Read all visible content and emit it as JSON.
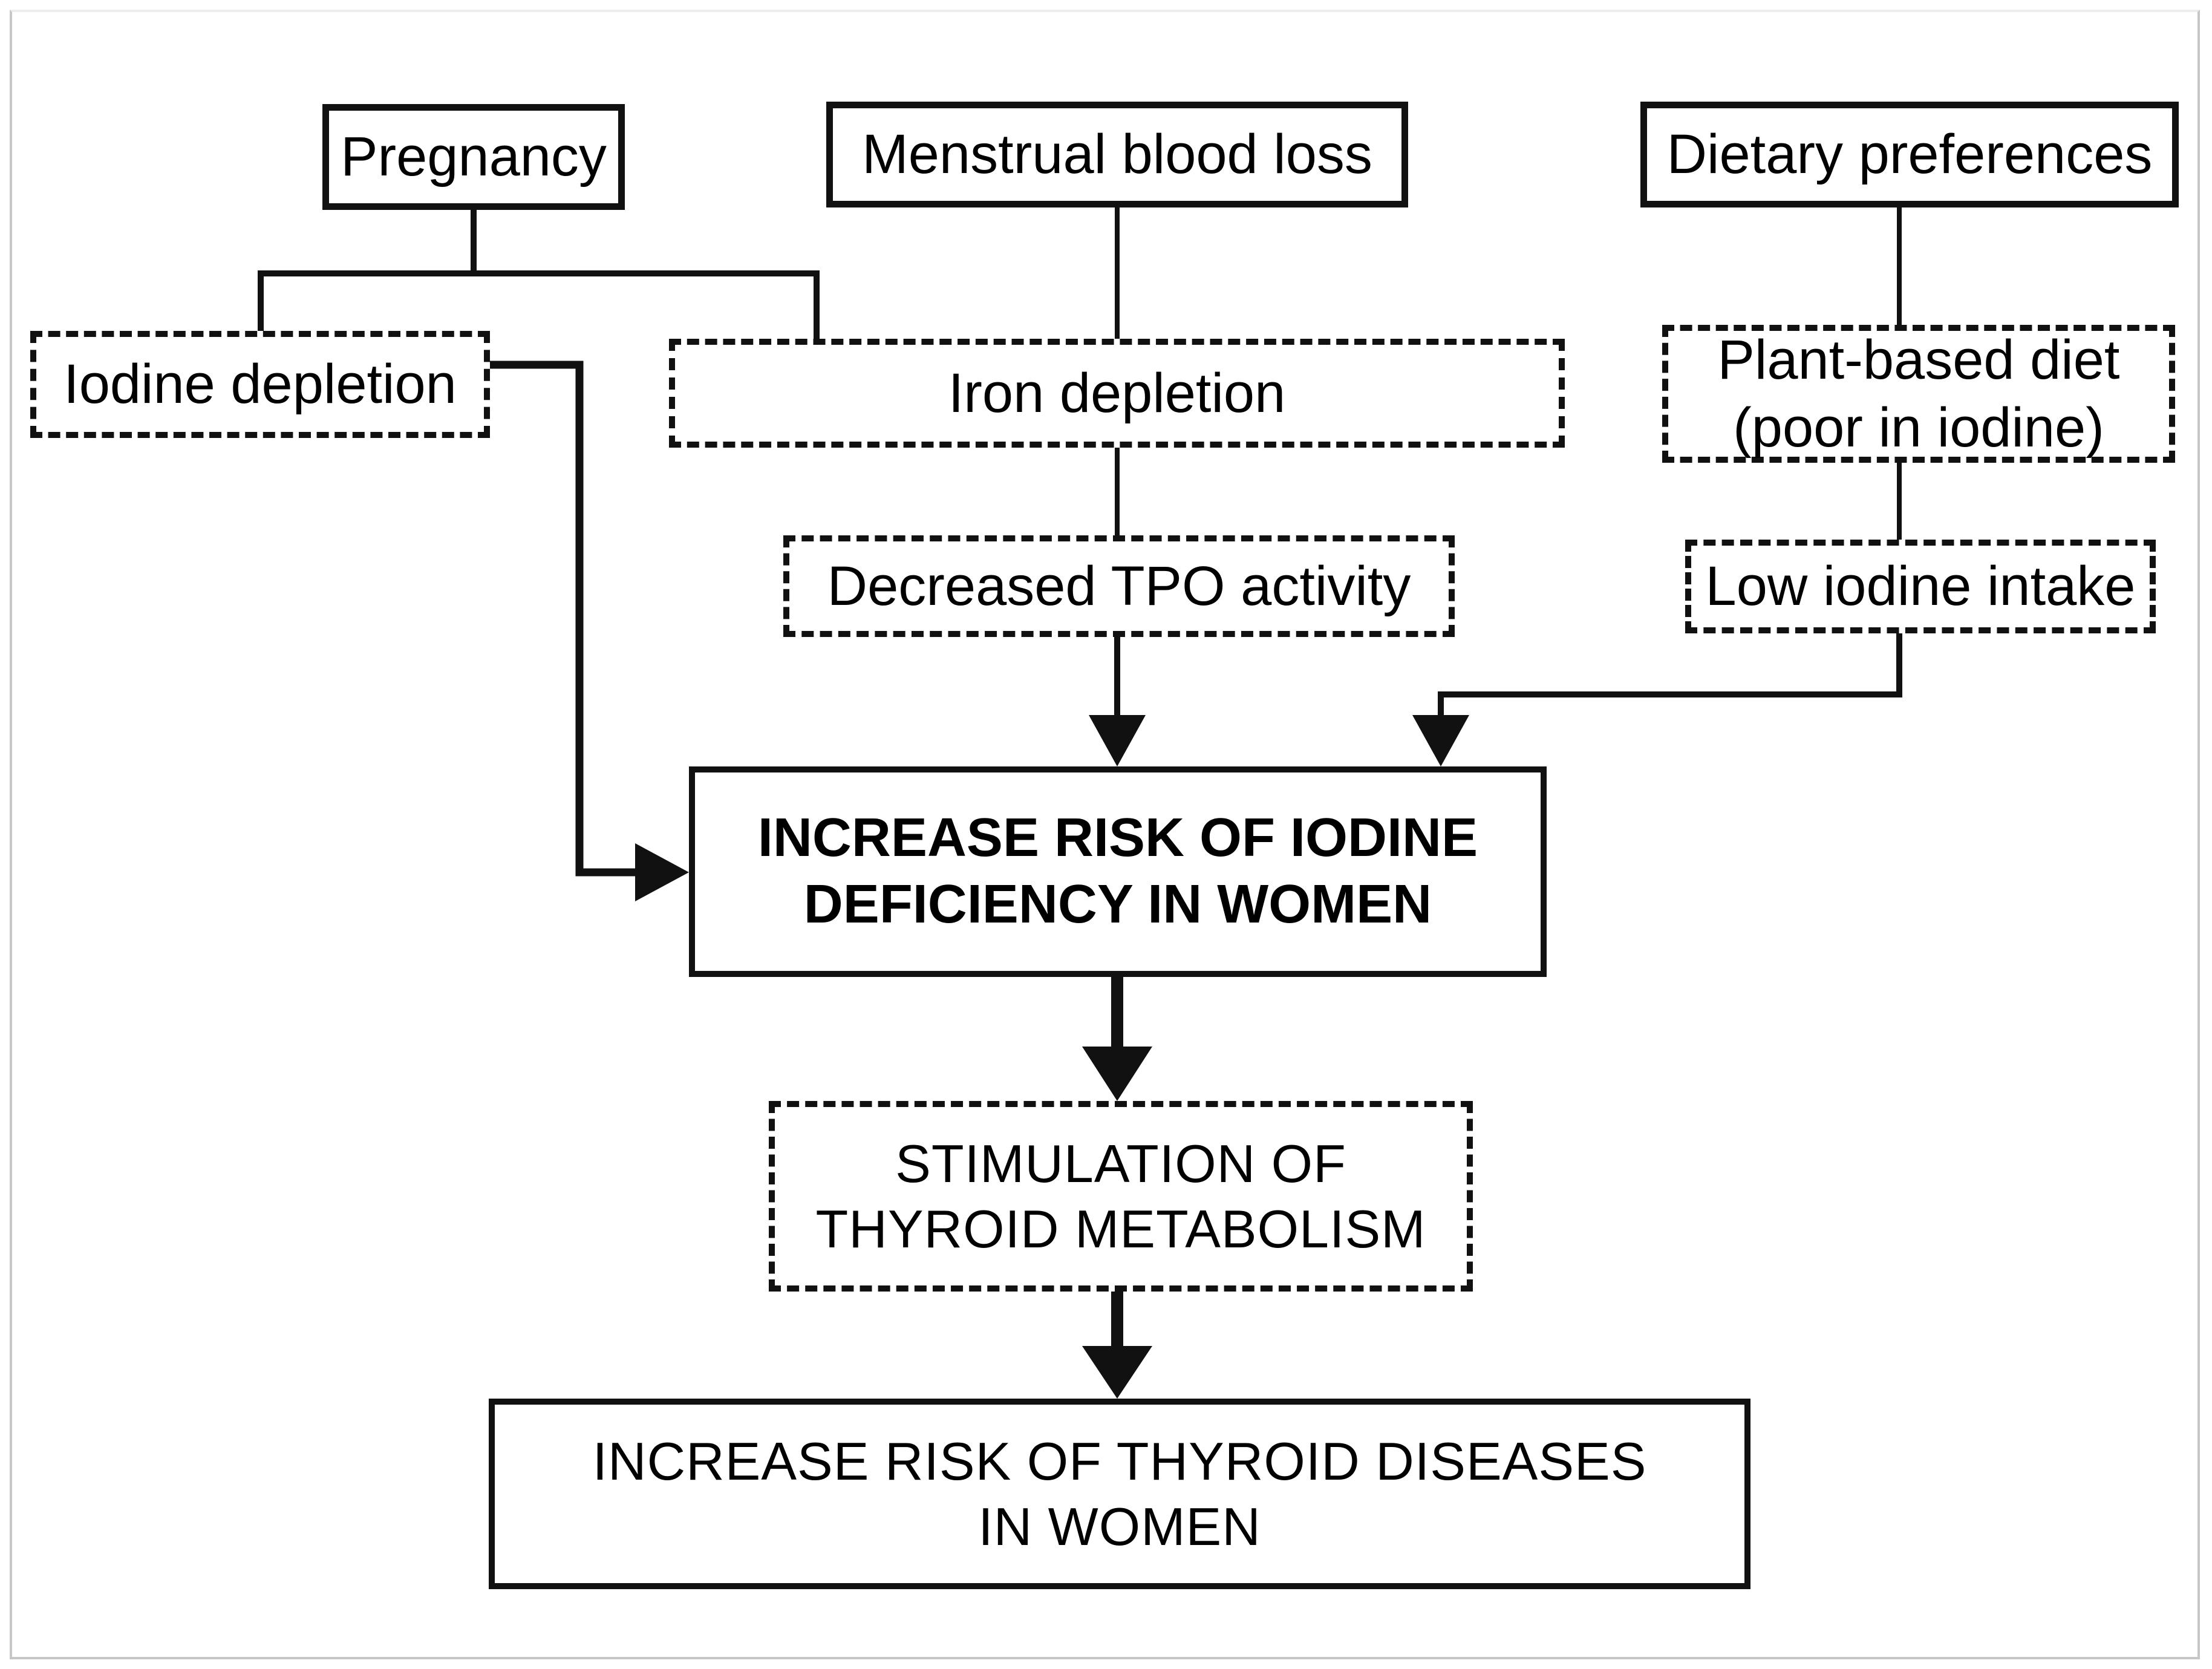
{
  "diagram": {
    "title_implicit": "Risk factors for iodine deficiency and thyroid diseases in women",
    "nodes": {
      "pregnancy": {
        "label": "Pregnancy"
      },
      "menstrual_blood_loss": {
        "label": "Menstrual blood loss"
      },
      "dietary_preferences": {
        "label": "Dietary preferences"
      },
      "iodine_depletion": {
        "label": "Iodine depletion"
      },
      "iron_depletion": {
        "label": "Iron depletion"
      },
      "plant_based_diet": {
        "line1": "Plant-based diet",
        "line2": "(poor in iodine)"
      },
      "decreased_tpo": {
        "label": "Decreased TPO activity"
      },
      "low_iodine_intake": {
        "label": "Low iodine intake"
      },
      "iodine_deficiency_risk": {
        "line1": "INCREASE RISK OF IODINE",
        "line2": "DEFICIENCY IN WOMEN"
      },
      "thyroid_stimulation": {
        "line1": "STIMULATION OF",
        "line2": "THYROID METABOLISM"
      },
      "thyroid_disease_risk": {
        "line1": "INCREASE RISK OF THYROID DISEASES",
        "line2": "IN WOMEN"
      }
    },
    "edges": [
      {
        "from": "pregnancy",
        "to": "iodine_depletion",
        "arrowhead": false
      },
      {
        "from": "pregnancy",
        "to": "iron_depletion",
        "arrowhead": false
      },
      {
        "from": "menstrual_blood_loss",
        "to": "iron_depletion",
        "arrowhead": false
      },
      {
        "from": "dietary_preferences",
        "to": "plant_based_diet",
        "arrowhead": false
      },
      {
        "from": "iron_depletion",
        "to": "decreased_tpo",
        "arrowhead": false
      },
      {
        "from": "plant_based_diet",
        "to": "low_iodine_intake",
        "arrowhead": false
      },
      {
        "from": "decreased_tpo",
        "to": "iodine_deficiency_risk",
        "arrowhead": true
      },
      {
        "from": "low_iodine_intake",
        "to": "iodine_deficiency_risk",
        "arrowhead": true
      },
      {
        "from": "iodine_depletion",
        "to": "iodine_deficiency_risk",
        "arrowhead": true
      },
      {
        "from": "iodine_deficiency_risk",
        "to": "thyroid_stimulation",
        "arrowhead": true,
        "thick": true
      },
      {
        "from": "thyroid_stimulation",
        "to": "thyroid_disease_risk",
        "arrowhead": true,
        "thick": true
      }
    ],
    "colors": {
      "line": "#111111",
      "text": "#000000",
      "background": "#ffffff",
      "frame": "#c6c6c6"
    }
  }
}
